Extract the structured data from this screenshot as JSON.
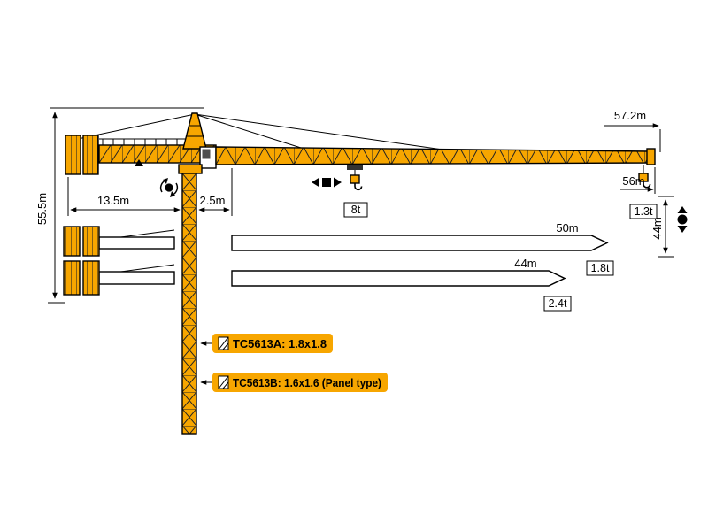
{
  "colors": {
    "crane": "#F7A600",
    "outline": "#000000"
  },
  "dimensions": {
    "tower_height": "55.5m",
    "counter_jib_length": "13.5m",
    "jib_root_offset": "2.5m",
    "max_radius": "57.2m",
    "tip_radius": "56m",
    "hook_height": "44m"
  },
  "loads": {
    "max_load": "8t",
    "tip_load": "1.3t"
  },
  "jib_options": [
    {
      "length": "50m",
      "tip_load": "1.8t"
    },
    {
      "length": "44m",
      "tip_load": "2.4t"
    }
  ],
  "models": [
    {
      "label": "TC5613A: 1.8x1.8"
    },
    {
      "label": "TC5613B: 1.6x1.6 (Panel type)"
    }
  ],
  "icons": {
    "slewing": "rotation-arrows-icon",
    "trolley_travel": "trolley-left-right-icon",
    "hook_travel": "hook-up-down-icon"
  }
}
